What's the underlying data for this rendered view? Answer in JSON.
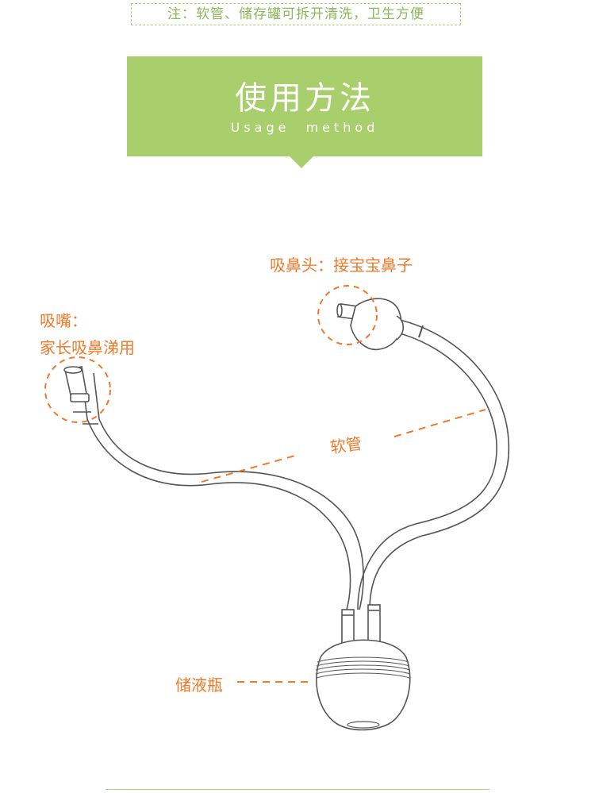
{
  "note": {
    "text": "注：软管、储存罐可拆开清洗，卫生方便"
  },
  "banner": {
    "title": "使用方法",
    "subtitle": "Usage method"
  },
  "labels": {
    "suction_head": "吸鼻头：接宝宝鼻子",
    "mouthpiece_line1": "吸嘴：",
    "mouthpiece_line2": "家长吸鼻涕用",
    "hose": "软管",
    "bottle": "储液瓶"
  },
  "colors": {
    "accent_green": "#a9ce6c",
    "label_orange": "#ef7a2a",
    "outline": "#555555"
  }
}
